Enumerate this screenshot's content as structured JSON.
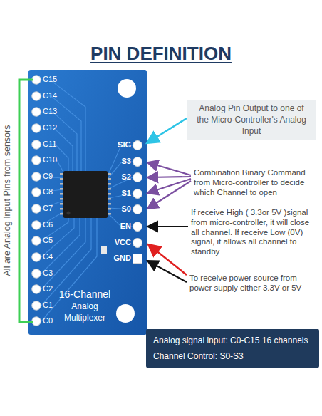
{
  "diagram": {
    "title": "PIN DEFINITION",
    "nodes": [
      {
        "text": [
          "Analog Pin Output to one of the Micro-Controller's Analog Input"
        ]
      },
      {
        "text": [
          "Analog signal input: C0-C15 16 channels",
          "Channel Control: S0-S3"
        ]
      }
    ],
    "labels": [
      "All are Analog Input Pins from sensors",
      "C15",
      "C14",
      "C13",
      "C12",
      "C11",
      "C10",
      "C9",
      "C8",
      "C7",
      "C6",
      "C5",
      "C4",
      "C3",
      "C2",
      "C1",
      "C0",
      "SIG",
      "S3",
      "S2",
      "S1",
      "S0",
      "EN",
      "VCC",
      "GND",
      "16-Channel",
      "Analog",
      "Multiplexer",
      "Combination Binary Command from Micro-controller to decide which Channel to open",
      "If receive High ( 3.3or 5V )signal from micro-controller, it will close all channel. If receive Low (0V) signal, it allows all channel to standby",
      "To receive power source from power supply either 3.3V or 5V"
    ]
  }
}
